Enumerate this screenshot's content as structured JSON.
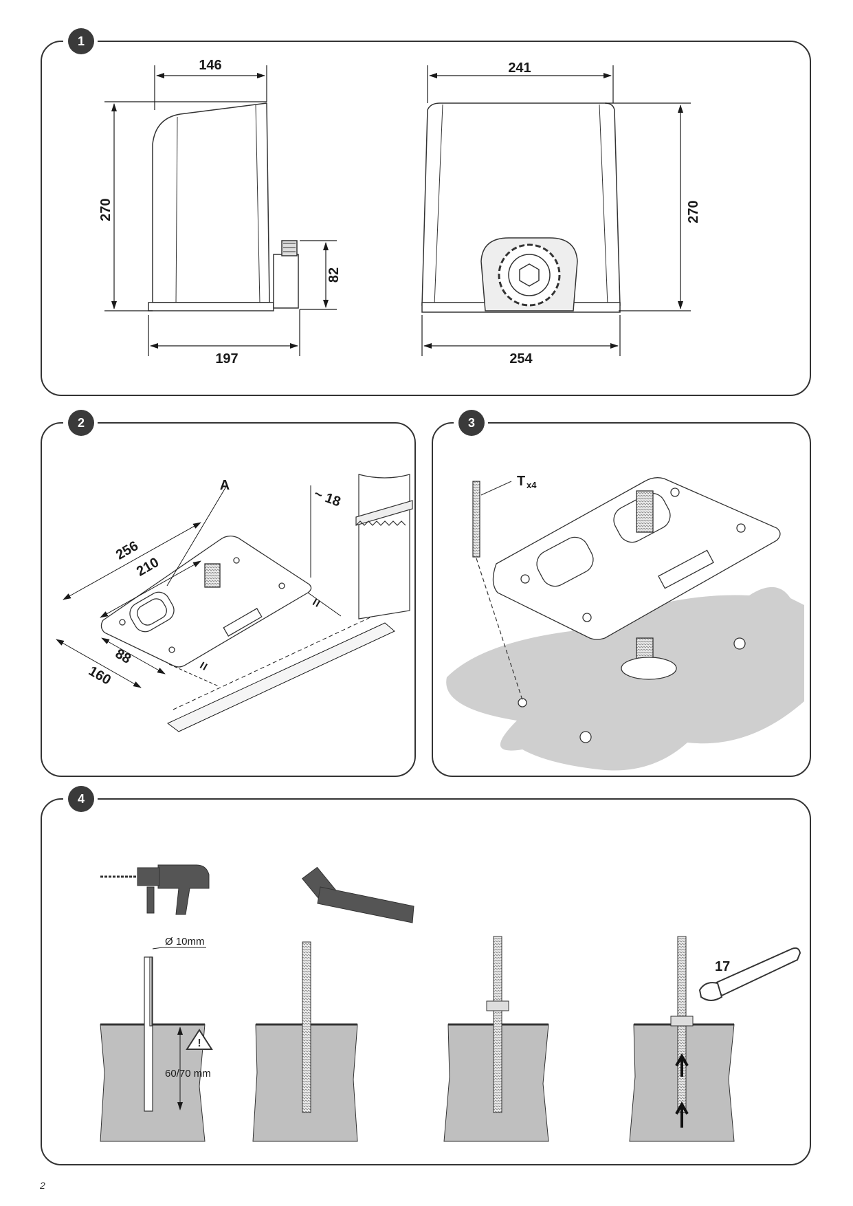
{
  "panels": [
    {
      "number": "1"
    },
    {
      "number": "2"
    },
    {
      "number": "3"
    },
    {
      "number": "4"
    }
  ],
  "fig1": {
    "side_top_width": "146",
    "side_height": "270",
    "side_bottom_depth": "197",
    "side_bracket_height": "82",
    "front_top_width": "241",
    "front_height": "270",
    "front_bottom_width": "254"
  },
  "fig2": {
    "label_a": "A",
    "dim_256": "256",
    "dim_210": "210",
    "dim_88": "88",
    "dim_160": "160",
    "dim_18": "~ 18",
    "equal_mark": "="
  },
  "fig3": {
    "screw_label": "T",
    "screw_qty": "x4"
  },
  "fig4": {
    "drill_diameter": "Ø 10mm",
    "drill_depth": "60/70 mm",
    "wrench_size": "17"
  },
  "page_number": "2"
}
